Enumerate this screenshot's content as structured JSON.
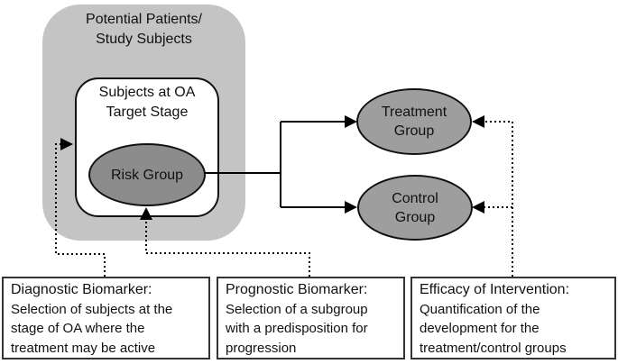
{
  "diagram": {
    "outer_group": {
      "label": "Potential Patients/\nStudy Subjects"
    },
    "inner_group": {
      "label": "Subjects at OA\nTarget Stage"
    },
    "risk_group": {
      "label": "Risk Group"
    },
    "treatment_group": {
      "label": "Treatment\nGroup"
    },
    "control_group": {
      "label": "Control\nGroup"
    },
    "annotations": [
      {
        "title": "Diagnostic Biomarker:",
        "body": "Selection of subjects at the\nstage of OA where the\ntreatment may be active"
      },
      {
        "title": "Prognostic Biomarker:",
        "body": "Selection of a subgroup\nwith a predisposition for\nprogression"
      },
      {
        "title": "Efficacy of Intervention:",
        "body": "Quantification of the\ndevelopment for the\ntreatment/control groups"
      }
    ],
    "colors": {
      "outer_fill": "#c4c4c4",
      "risk_fill": "#8c8c8c",
      "group_fill": "#9e9e9e",
      "line": "#000000"
    }
  }
}
